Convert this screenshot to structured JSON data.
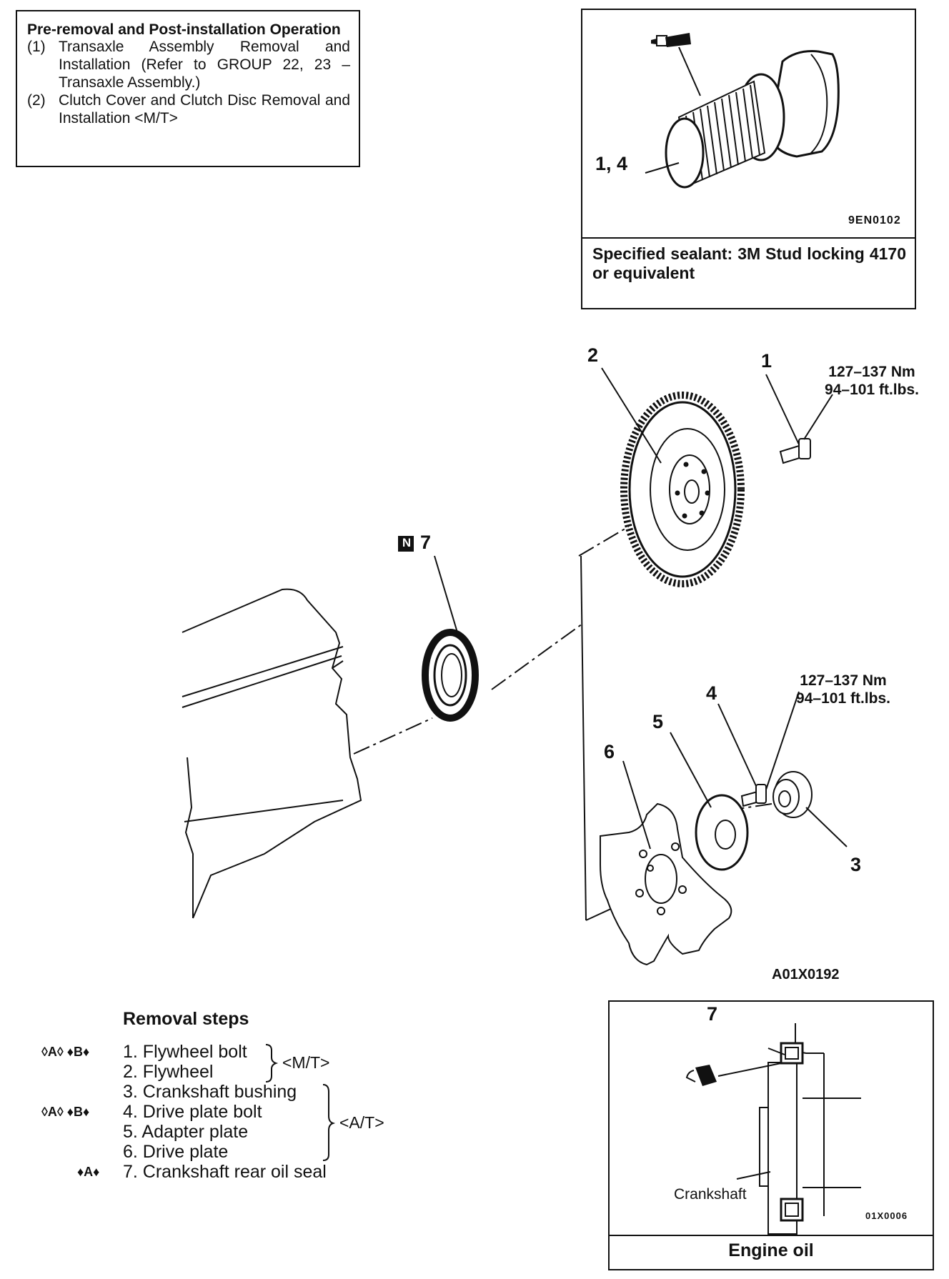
{
  "pre_box": {
    "title": "Pre-removal and Post-installation Operation",
    "items": [
      {
        "num": "(1)",
        "text": "Transaxle Assembly Removal and Installation (Refer to GROUP 22, 23 – Transaxle Assembly.)"
      },
      {
        "num": "(2)",
        "text": "Clutch Cover and Clutch Disc Removal and Installation <M/T>"
      }
    ]
  },
  "sealant_box": {
    "part_label": "1, 4",
    "code": "9EN0102",
    "caption": "Specified sealant: 3M Stud locking 4170 or equivalent"
  },
  "diagram": {
    "labels": {
      "p1": "1",
      "p2": "2",
      "p3": "3",
      "p4": "4",
      "p5": "5",
      "p6": "6",
      "p7": "7",
      "new_mark": "N"
    },
    "torque_1": {
      "nm": "127–137 Nm",
      "ft": "94–101 ft.lbs."
    },
    "torque_4": {
      "nm": "127–137 Nm",
      "ft": "94–101 ft.lbs."
    },
    "code": "A01X0192"
  },
  "steps": {
    "heading": "Removal steps",
    "items": [
      {
        "mark": "◊A◊ ♦B♦",
        "text": "1. Flywheel bolt"
      },
      {
        "mark": "",
        "text": "2. Flywheel"
      },
      {
        "mark": "",
        "text": "3. Crankshaft bushing"
      },
      {
        "mark": "◊A◊ ♦B♦",
        "text": "4. Drive plate bolt"
      },
      {
        "mark": "",
        "text": "5. Adapter plate"
      },
      {
        "mark": "",
        "text": "6. Drive plate"
      },
      {
        "mark": "♦A♦",
        "text": "7. Crankshaft rear oil seal"
      }
    ],
    "mt_label": "<M/T>",
    "at_label": "<A/T>"
  },
  "oil_box": {
    "part_label": "7",
    "crankshaft_label": "Crankshaft",
    "code": "01X0006",
    "caption": "Engine oil"
  }
}
